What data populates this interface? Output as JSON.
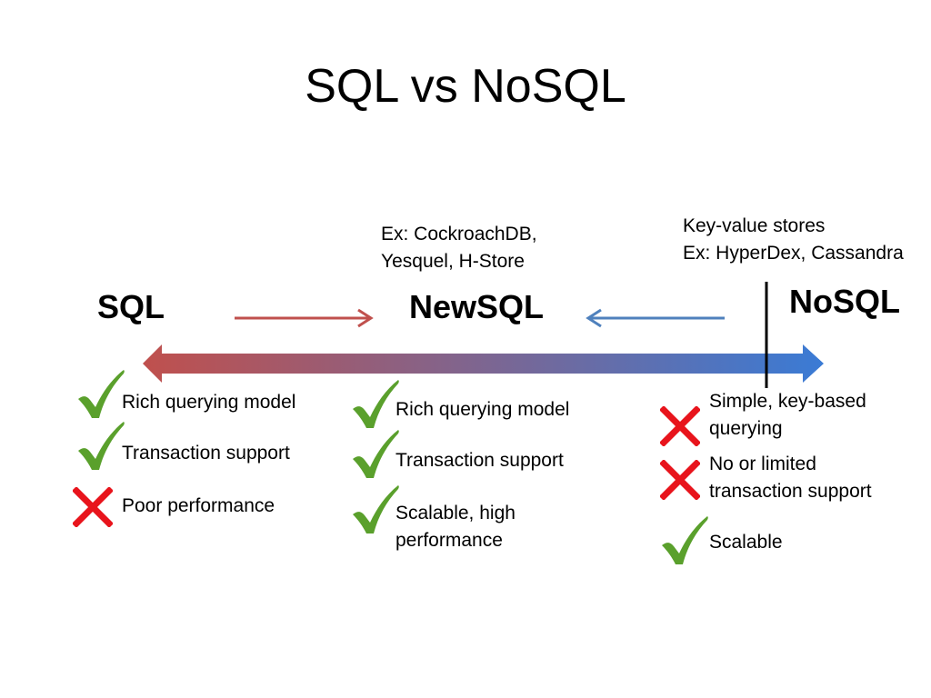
{
  "title": "SQL vs NoSQL",
  "colors": {
    "sql_accent": "#c0504d",
    "nosql_accent": "#4f81bd",
    "spectrum_left": "#c0504d",
    "spectrum_right": "#3a7bd5",
    "check": "#5aa02c",
    "cross": "#e8141c"
  },
  "spectrum": {
    "sql": {
      "heading": "SQL",
      "items": [
        {
          "status": "check",
          "icon": "check-icon",
          "lines": [
            "Rich querying model"
          ]
        },
        {
          "status": "check",
          "icon": "check-icon",
          "lines": [
            "Transaction support"
          ]
        },
        {
          "status": "cross",
          "icon": "cross-icon",
          "lines": [
            "Poor performance"
          ]
        }
      ]
    },
    "newsql": {
      "heading": "NewSQL",
      "examples": [
        "Ex: CockroachDB,",
        "Yesquel, H-Store"
      ],
      "items": [
        {
          "status": "check",
          "icon": "check-icon",
          "lines": [
            "Rich querying model"
          ]
        },
        {
          "status": "check",
          "icon": "check-icon",
          "lines": [
            "Transaction support"
          ]
        },
        {
          "status": "check",
          "icon": "check-icon",
          "lines": [
            "Scalable, high",
            "performance"
          ]
        }
      ]
    },
    "nosql": {
      "heading": "NoSQL",
      "examples": [
        "Key-value stores",
        "Ex: HyperDex, Cassandra"
      ],
      "items": [
        {
          "status": "cross",
          "icon": "cross-icon",
          "lines": [
            "Simple, key-based",
            "querying"
          ]
        },
        {
          "status": "cross",
          "icon": "cross-icon",
          "lines": [
            "No or limited",
            "transaction support"
          ]
        },
        {
          "status": "check",
          "icon": "check-icon",
          "lines": [
            "Scalable"
          ]
        }
      ]
    }
  }
}
